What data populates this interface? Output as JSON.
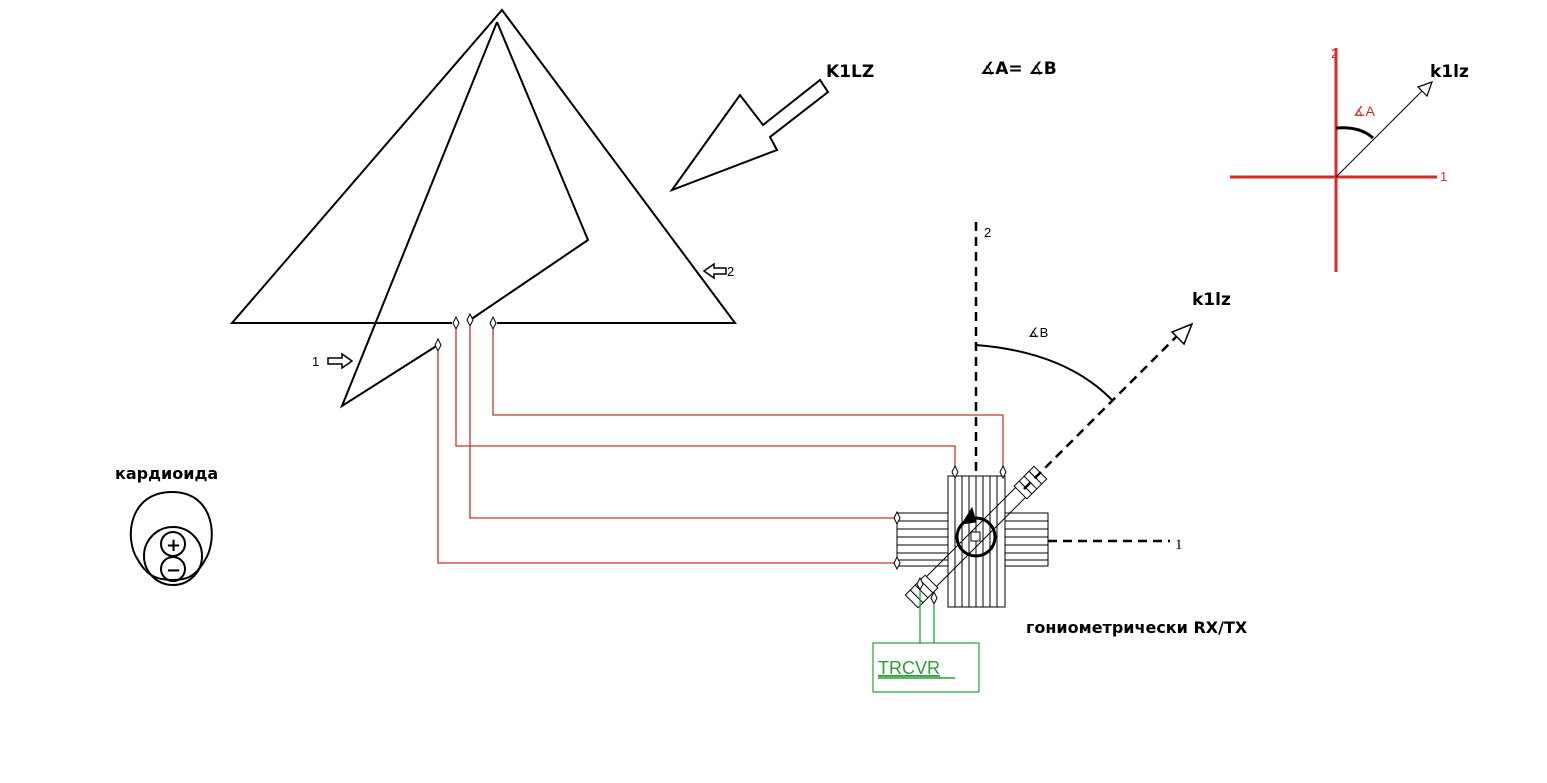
{
  "labels": {
    "callsign_arrow": "K1LZ",
    "angle_equation": "∡A= ∡B",
    "axis_2_small": "2",
    "axis_1_small": "1",
    "angle_a": "∡A",
    "direction_small": "k1lz",
    "antenna_port_1": "1",
    "antenna_port_2": "2",
    "gonio_axis_2": "2",
    "gonio_axis_1": "1",
    "angle_b": "∡B",
    "direction_gonio": "k1lz",
    "cardioid": "кардиоида",
    "plus": "+",
    "minus": "−",
    "goniometer": "гониометрически RX/TX",
    "transceiver": "TRCVR"
  },
  "colors": {
    "wire": "#c0392b",
    "axis": "#d42a2a",
    "transceiver": "#2a9d3a",
    "ink": "#000000"
  }
}
